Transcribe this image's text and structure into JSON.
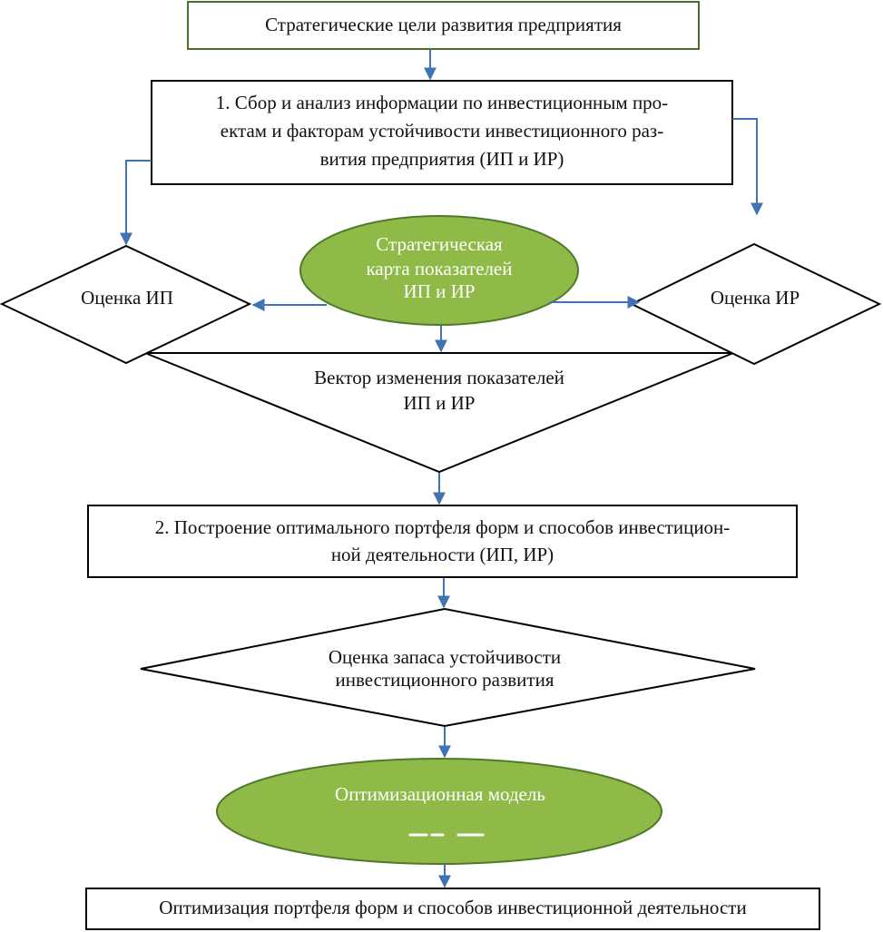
{
  "colors": {
    "arrow": "#3f73b3",
    "box_stroke": "#000000",
    "top_box_stroke": "#4e6b31",
    "ellipse_fill": "#8fba47",
    "ellipse_stroke": "#4f7a2c",
    "text": "#111111"
  },
  "nodes": {
    "strategic_goals": "Стратегические цели развития предприятия",
    "step1_line1": "1. Сбор и анализ информации по инвестиционным про-",
    "step1_line2": "ектам и факторам устойчивости инвестиционного раз-",
    "step1_line3": "вития предприятия (ИП и ИР)",
    "strategic_map_line1": "Стратегическая",
    "strategic_map_line2": "карта показателей",
    "strategic_map_line3": "ИП и ИР",
    "assess_ip": "Оценка ИП",
    "assess_ir": "Оценка ИР",
    "vector_line1": "Вектор изменения показателей",
    "vector_line2": "ИП и ИР",
    "step2_line1": "2. Построение оптимального портфеля форм и способов инвестицион-",
    "step2_line2": "ной деятельности (ИП, ИР)",
    "stability_line1": "Оценка запаса устойчивости",
    "stability_line2": "инвестиционного развития",
    "optimization_model": "Оптимизационная модель",
    "portfolio_optimization": "Оптимизация портфеля форм и способов инвестиционной деятельности"
  }
}
